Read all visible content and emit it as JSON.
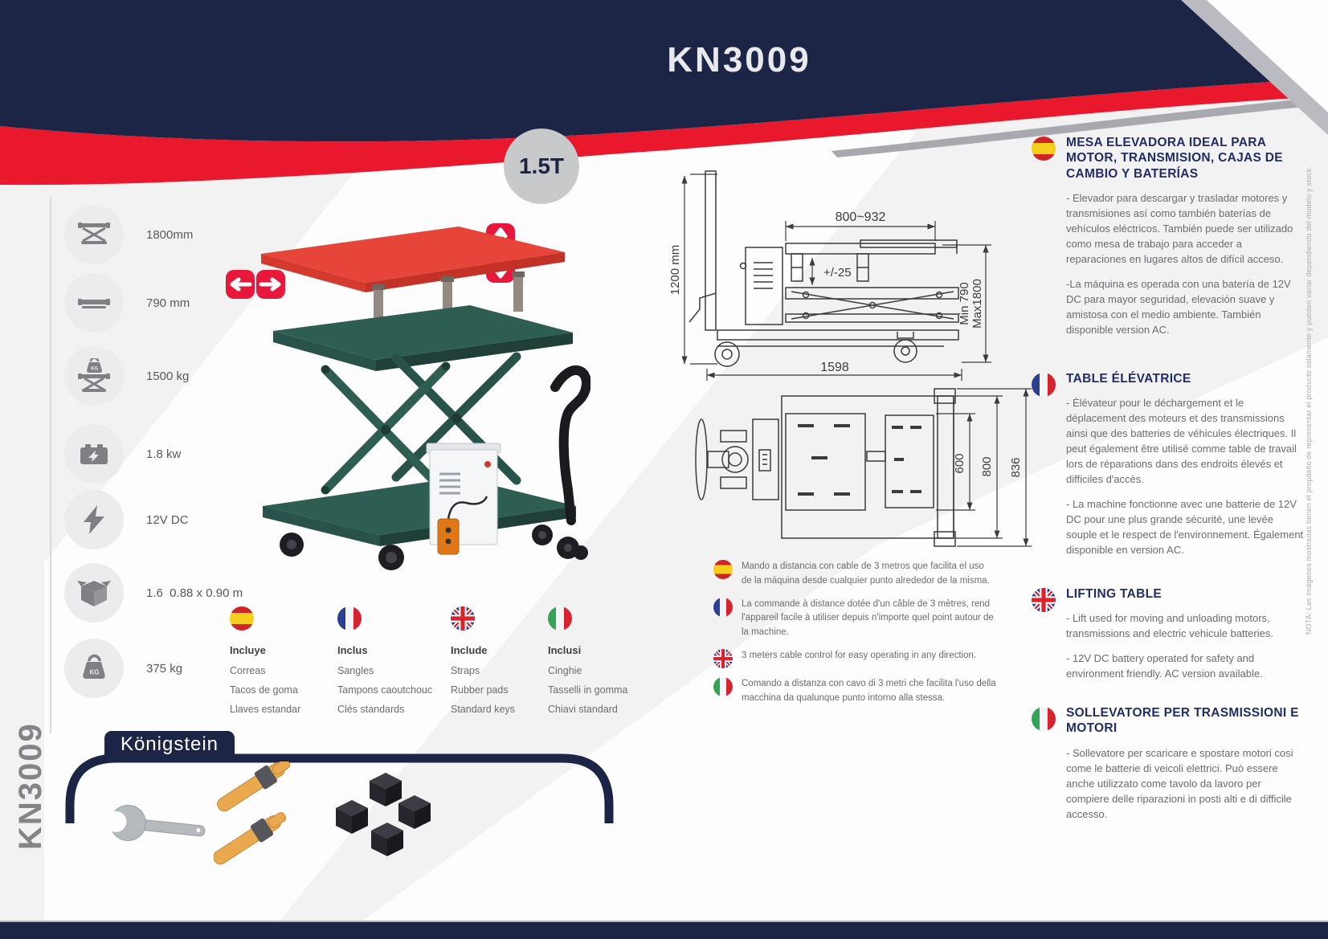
{
  "page": {
    "model": "KN3009",
    "capacity_badge": "1.5T"
  },
  "brand": {
    "name": "Königstein",
    "vertical_model": "KN3009"
  },
  "specs": [
    {
      "icon": "lift-raised-icon",
      "value": "1800mm"
    },
    {
      "icon": "platform-lowered-icon",
      "value": "790 mm"
    },
    {
      "icon": "lift-capacity-icon",
      "value": "1500 kg"
    },
    {
      "icon": "battery-power-icon",
      "value": "1.8 kw"
    },
    {
      "icon": "voltage-icon",
      "value": "12V DC"
    },
    {
      "icon": "packing-size-icon",
      "value": "1.6  0.88 x 0.90 m"
    },
    {
      "icon": "weight-icon",
      "value": "375 kg"
    }
  ],
  "diagrams": {
    "side_view": {
      "overall_height": "1200 mm",
      "platform_length_range": "800~932",
      "height_adjust": "+/-25",
      "min_height": "Min  790",
      "max_height": "Max1800",
      "overall_length": "1598"
    },
    "top_view": {
      "inner_width": "600",
      "frame_width": "800",
      "overall_width": "836"
    }
  },
  "remote_notes": [
    {
      "lang": "es",
      "text": "Mando a distancia con cable de 3 metros que facilita el uso de la máquina desde cualquier punto alrededor de la misma."
    },
    {
      "lang": "fr",
      "text": "La commande à distance dotée d'un câble de 3 mètres, rend l'appareil facile à utiliser depuis n'importe quel point autour de la machine."
    },
    {
      "lang": "en",
      "text": "3 meters cable control for easy operating in any direction."
    },
    {
      "lang": "it",
      "text": "Comando a distanza con cavo di 3 metri che facilita l'uso della macchina da qualunque punto intorno alla stessa."
    }
  ],
  "includes": [
    {
      "lang": "es",
      "title": "Incluye",
      "items": [
        "Correas",
        "Tacos de goma",
        "Llaves estandar"
      ]
    },
    {
      "lang": "fr",
      "title": "Inclus",
      "items": [
        "Sangles",
        "Tampons caoutchouc",
        "Clés standards"
      ]
    },
    {
      "lang": "en",
      "title": "Include",
      "items": [
        "Straps",
        "Rubber pads",
        "Standard keys"
      ]
    },
    {
      "lang": "it",
      "title": "Inclusi",
      "items": [
        "Cinghie",
        "Tasselli in gomma",
        "Chiavi standard"
      ]
    }
  ],
  "sections": [
    {
      "lang": "es",
      "title": "MESA ELEVADORA IDEAL PARA MOTOR, TRANSMISION, CAJAS DE CAMBIO Y BATERÍAS",
      "paragraphs": [
        "- Elevador para descargar y trasladar motores y transmisiones así como también baterías de vehículos eléctricos. También puede ser utilizado como mesa de trabajo para acceder a reparaciones en lugares altos de difícil acceso.",
        "-La máquina es operada con una batería de 12V DC para mayor seguridad, elevación suave y amistosa con el medio ambiente. También disponible version AC."
      ]
    },
    {
      "lang": "fr",
      "title": "TABLE ÉLÉVATRICE",
      "paragraphs": [
        "- Élévateur pour le déchargement et le déplacement des moteurs et des transmissions ainsi que des batteries de véhicules électriques. Il peut également être utilisé comme table de travail lors de réparations dans des endroits élevés et difficiles d'accès.",
        "- La machine fonctionne avec une batterie de 12V DC pour une plus grande sécurité, une levée souple et le respect de l'environnement. Également disponible en version AC."
      ]
    },
    {
      "lang": "en",
      "title": "LIFTING TABLE",
      "paragraphs": [
        "- Lift used for moving and unloading motors, transmissions and electric vehicule batteries.",
        "- 12V DC battery operated for safety and environment friendly. AC version available."
      ]
    },
    {
      "lang": "it",
      "title": "SOLLEVATORE PER TRASMISSIONI E MOTORI",
      "paragraphs": [
        "- Sollevatore per scaricare e spostare motori cosi come le batterie di veicoli elettrici. Può essere anche utilizzato come tavolo da lavoro per compiere delle riparazioni in posti alti e di difficile accesso."
      ]
    }
  ],
  "note_vertical": "NOTA: Las imágenes mostradas tienen el propósito de representar el producto solamente y pueden variar dependiendo del modelo y stock.",
  "colors": {
    "navy": "#1d2547",
    "red_band": "#e9182c",
    "arrow_red": "#e8173c",
    "product_green": "#2e5e52",
    "platform_red": "#e8453a",
    "heading_navy": "#202d66",
    "text_gray": "#6b6c6f"
  }
}
